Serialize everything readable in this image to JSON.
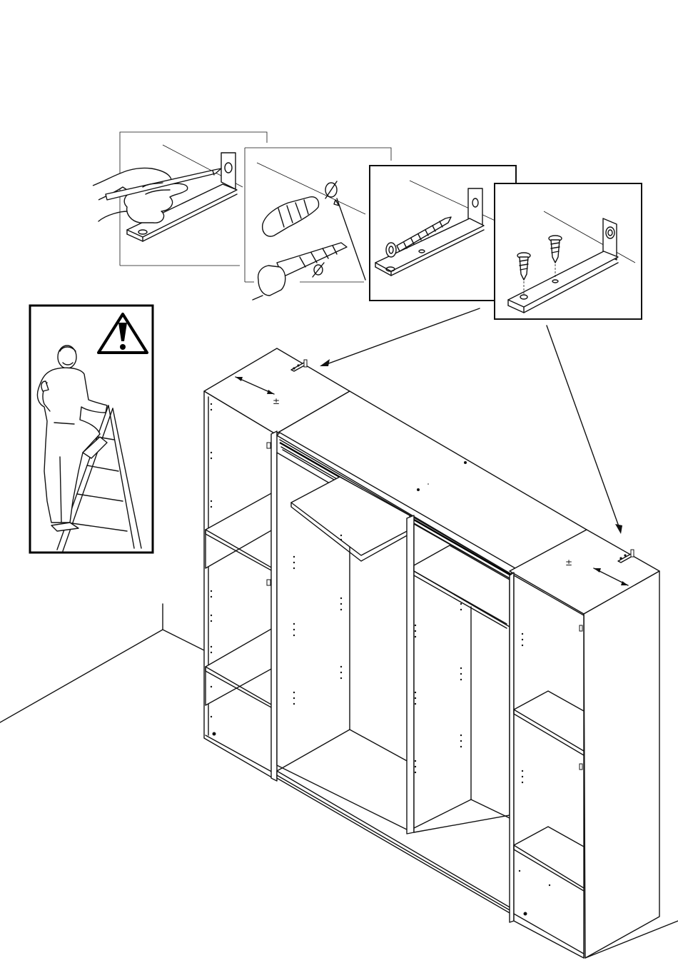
{
  "diagram": {
    "wall_marking_detail": {
      "panels": 4,
      "bracket_count": 2
    },
    "safety_notice": {
      "icon": "warning-triangle-icon",
      "symbol": "!"
    },
    "wardrobe": {
      "sections": 3,
      "top_markers": [
        "±",
        "±"
      ]
    },
    "symbols": {
      "diameter": "∅"
    }
  }
}
